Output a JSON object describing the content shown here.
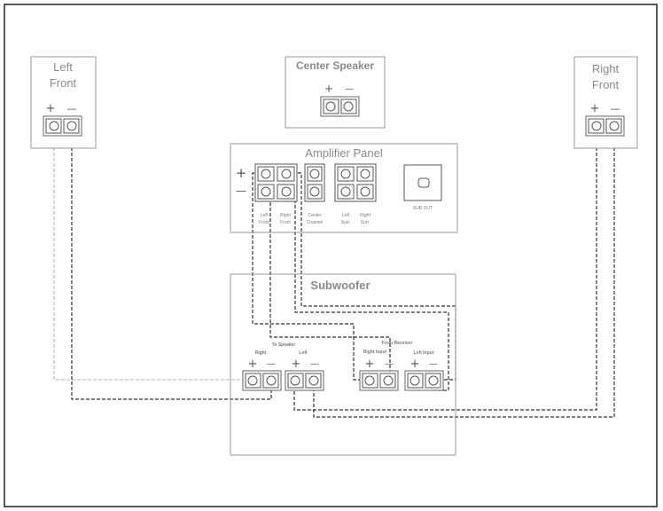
{
  "left_front": {
    "line1": "Left",
    "line2": "Front",
    "plus": "+",
    "minus": "—"
  },
  "center_speaker": {
    "title": "Center Speaker",
    "plus": "+",
    "minus": "—"
  },
  "right_front": {
    "line1": "Right",
    "line2": "Front",
    "plus": "+",
    "minus": "—"
  },
  "amplifier_panel": {
    "title": "Amplifier Panel",
    "plus": "+",
    "minus": "—",
    "left_front": [
      "Left",
      "Front"
    ],
    "right_front": [
      "Right",
      "Front"
    ],
    "center_channel": [
      "Center",
      "Channel"
    ],
    "left_surr": [
      "Left",
      "Surr."
    ],
    "right_surr": [
      "Right",
      "Surr."
    ],
    "sub_out": "SUB OUT"
  },
  "subwoofer": {
    "title": "Subwoofer",
    "to_speaker": "To Speaker",
    "right": "Right",
    "left": "Left",
    "from_receiver": "From Receiver",
    "right_input": "Right Input",
    "left_input": "Left Input",
    "plus": "+",
    "minus": "—"
  }
}
